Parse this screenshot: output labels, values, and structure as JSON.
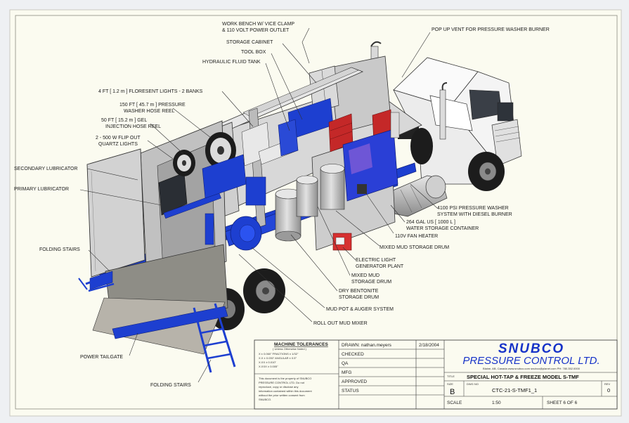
{
  "callouts": {
    "work_bench": "WORK BENCH W/ VICE CLAMP",
    "power_outlet": "& 110 VOLT POWER OUTLET",
    "storage_cabinet": "STORAGE CABINET",
    "tool_box": "TOOL BOX",
    "hydraulic_tank": "HYDRAULIC FLUID TANK",
    "pop_up_vent": "POP UP VENT FOR PRESSURE WASHER BURNER",
    "fluorescent_lights": "4 FT [ 1.2 m ] FLORESENT LIGHTS - 2 BANKS",
    "hose_reel_1": "150 FT [ 45.7 m ] PRESSURE",
    "hose_reel_2": "WASHER HOSE REEL",
    "gel_reel_1": "50 FT [ 15.2 m ] GEL",
    "gel_reel_2": "INJECTION HOSE REEL",
    "quartz_1": "2 - 500 W FLIP OUT",
    "quartz_2": "QUARTZ LIGHTS",
    "secondary_lubricator": "SECONDARY LUBRICATOR",
    "primary_lubricator": "PRIMARY LUBRICATOR",
    "folding_stairs_top": "FOLDING STAIRS",
    "power_tailgate": "POWER TAILGATE",
    "folding_stairs_bottom": "FOLDING STAIRS",
    "washer_1": "4100 PSI PRESSURE WASHER",
    "washer_2": "SYSTEM WITH DIESEL BURNER",
    "water_1": "264 GAL US [ 1000 L ]",
    "water_2": "WATER STORAGE CONTAINER",
    "fan_heater": "110V FAN HEATER",
    "mixed_mud_drum": "MIXED MUD STORAGE DRUM",
    "generator_1": "ELECTRIC LIGHT",
    "generator_2": "GENERATOR PLANT",
    "mixed_drum2_1": "MIXED MUD",
    "mixed_drum2_2": "STORAGE DRUM",
    "bentonite_1": "DRY BENTONITE",
    "bentonite_2": "STORAGE DRUM",
    "mud_pot": "MUD POT & AUGER SYSTEM",
    "mud_mixer": "ROLL OUT MUD MIXER"
  },
  "title_block": {
    "tolerances_title": "MACHINE TOLERANCES",
    "tolerances_sub": "( Unless Otherwise Noted )",
    "tol_rows": [
      "X     ± 0.060\"   FRACTIONS  ± 1/32\"",
      "X.X   ± 0.030\"   ANGULAR    ± 0.5°",
      "X.XX  ± 0.010\"",
      "X.XXX ± 0.005\""
    ],
    "notice": [
      "This document is the property of SNUBCO",
      "PRESSURE CONTROL LTD.  Do not",
      "reproduce, copy or disclose any",
      "information contained within this document",
      "without the prior written consent from",
      "SNUBCO."
    ],
    "drawn_by": "DRAWN: nathan.meyers",
    "drawn_date": "2/18/2004",
    "checked": "CHECKED",
    "qa": "QA",
    "mfg": "MFG",
    "approved": "APPROVED",
    "status": "STATUS",
    "company_line1": "SNUBCO",
    "company_line2": "PRESSURE CONTROL LTD.",
    "address": "Blaine, AB, Canada   www.snubco.com   snubco@planet.com   PH: 780.352.0000",
    "title_label": "TITLE",
    "title_value": "SPECIAL HOT-TAP & FREEZE MODEL S-TMF",
    "size_label": "SIZE",
    "size_value": "B",
    "dwg_label": "DWG NO",
    "dwg_value": "CTC-21-S-TMF1_1",
    "rev_label": "REV",
    "rev_value": "0",
    "scale_label": "SCALE",
    "scale_value": "1:50",
    "sheet_text": "SHEET   6   OF   6"
  },
  "colors": {
    "brand_blue": "#1733c8",
    "equipment_blue": "#1d3fd0",
    "panel_gray": "#c4c4c4",
    "drum_gray": "#bdbdbd",
    "toolbox_red": "#c42828"
  }
}
